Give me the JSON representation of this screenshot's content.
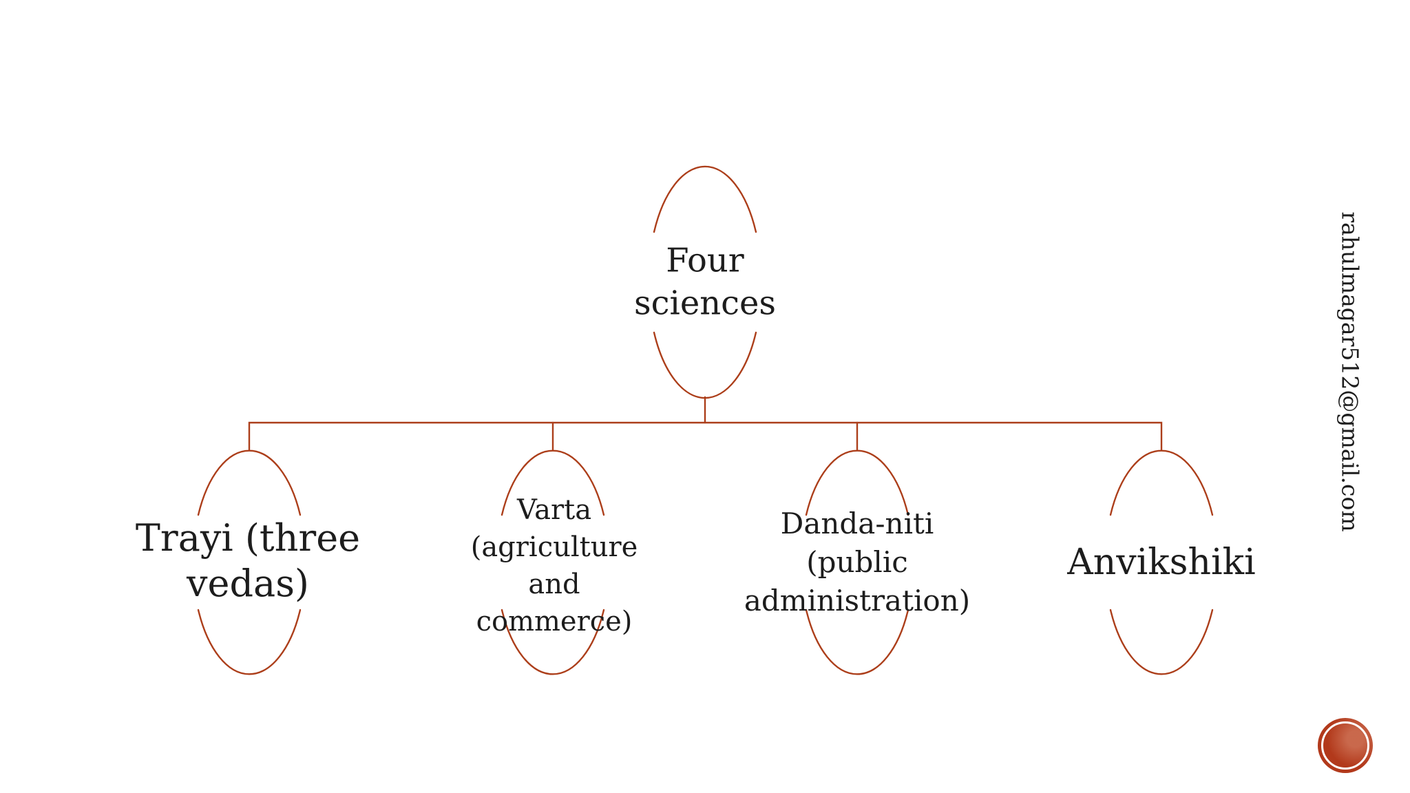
{
  "slide": {
    "background": "#ffffff",
    "accent_color": "#ac3e1a",
    "text_color": "#1d1d1d"
  },
  "diagram": {
    "type": "hierarchy",
    "root": {
      "label": "Four sciences",
      "lines": [
        "Four",
        "sciences"
      ]
    },
    "children": [
      {
        "label": "Trayi (three vedas)",
        "lines": [
          "Trayi (three",
          "vedas)"
        ]
      },
      {
        "label": "Varta (agriculture and commerce)",
        "lines": [
          "Varta",
          "(agriculture",
          "and",
          "commerce)"
        ]
      },
      {
        "label": "Danda-niti (public administration)",
        "lines": [
          "Danda-niti",
          "(public",
          "administration)"
        ]
      },
      {
        "label": "Anvikshiki",
        "lines": [
          "Anvikshiki"
        ]
      }
    ]
  },
  "watermark": {
    "email": "rahulmagar512@gmail.com"
  },
  "decoration": {
    "stamp_color": "#b2391b",
    "stamp_ring_color": "#ffffff"
  }
}
